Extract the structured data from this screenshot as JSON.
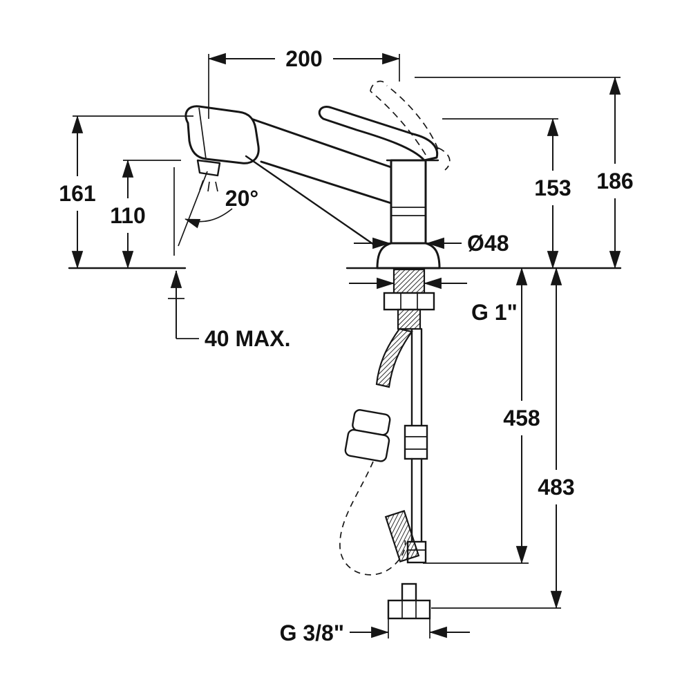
{
  "drawing": {
    "type": "technical dimension drawing",
    "subject": "single-lever kitchen mixer tap with pull-out spray",
    "units": "mm"
  },
  "labels": {
    "dim_width_top": "200",
    "dim_height_overall": "186",
    "dim_height_body": "153",
    "dim_height_spout": "161",
    "dim_height_outlet": "110",
    "dim_swivel_angle": "20°",
    "dim_body_diameter": "Ø48",
    "dim_thread_top": "G 1\"",
    "dim_deck_max": "40 MAX.",
    "dim_hose_length": "458",
    "dim_hose_overall": "483",
    "dim_thread_bottom": "G 3/8\""
  },
  "colors": {
    "line": "#161616",
    "background": "#ffffff"
  }
}
